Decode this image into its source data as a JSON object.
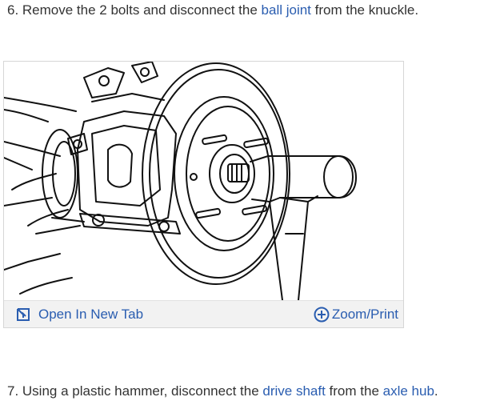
{
  "steps": [
    {
      "before": "6. Remove the 2 bolts and disconnect the ",
      "link": "ball joint",
      "after": " from the knuckle."
    },
    {
      "before": "7. Using a plastic hammer, disconnect the ",
      "link": "drive shaft",
      "middle": " from the ",
      "link2": "axle hub",
      "after": "."
    }
  ],
  "figure": {
    "open_label": "Open In New Tab",
    "zoom_label": "Zoom/Print",
    "open_icon": "open-new-tab-icon",
    "zoom_icon": "plus-circle-icon"
  },
  "colors": {
    "link": "#2a5db0",
    "text": "#333333",
    "toolbar_bg": "#f2f2f2"
  }
}
